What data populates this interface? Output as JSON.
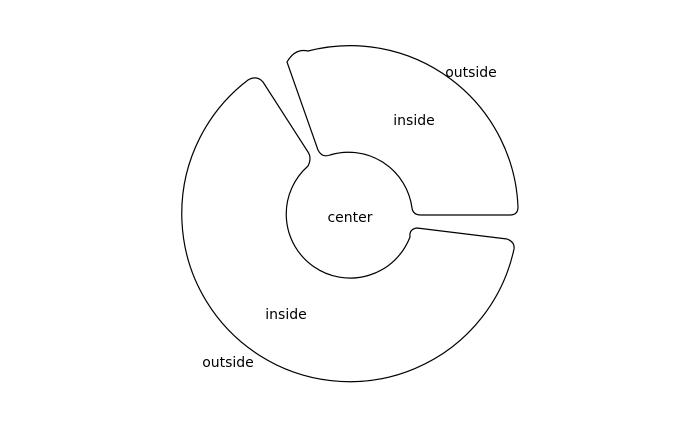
{
  "diagram": {
    "type": "donut",
    "colors": {
      "background": "#ffffff",
      "slice_fill": "#ffffff",
      "stroke": "#000000",
      "text": "#000000"
    },
    "center_label": "center",
    "slices": [
      {
        "inside_label": "inside",
        "outside_label": "outside"
      },
      {
        "inside_label": "inside",
        "outside_label": "outside"
      }
    ]
  }
}
